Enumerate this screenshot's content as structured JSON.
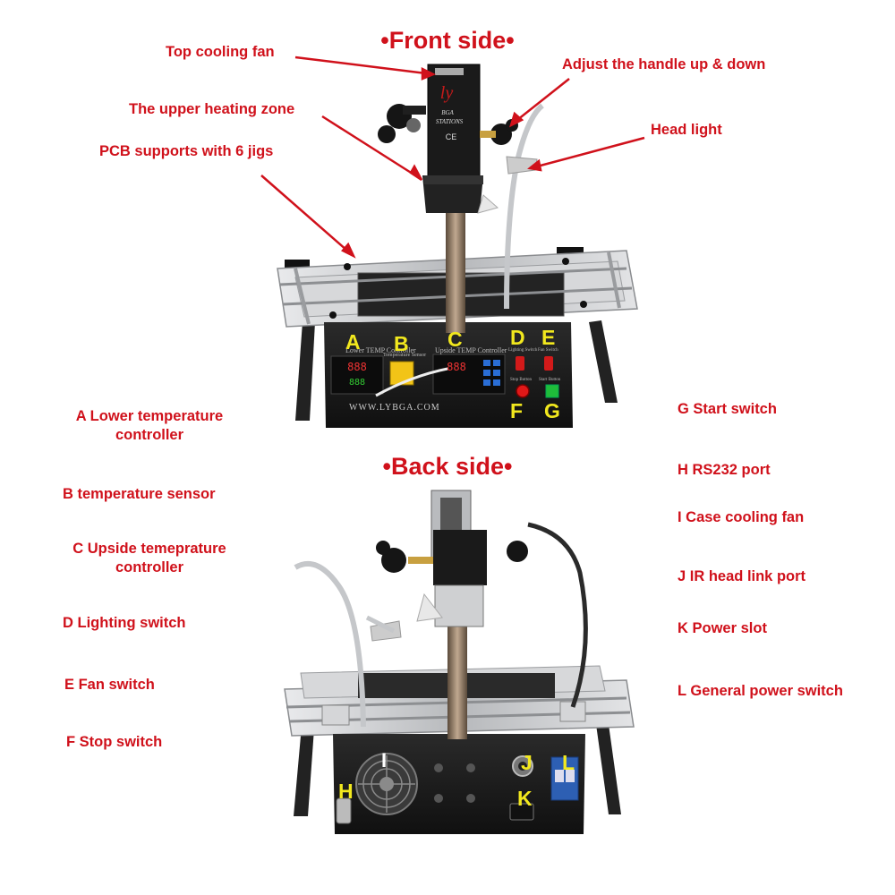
{
  "headings": {
    "front": "•Front side•",
    "back": "•Back side•"
  },
  "front_labels": {
    "top_fan": "Top cooling fan",
    "upper_zone": "The upper heating zone",
    "pcb_supports": "PCB supports with 6 jigs",
    "adjust_handle": "Adjust the handle up & down",
    "head_light": "Head light"
  },
  "legend": {
    "a_line1": "A Lower temperature",
    "a_line2": "controller",
    "b": "B temperature sensor",
    "c_line1": "C Upside temeprature",
    "c_line2": "controller",
    "d": "D Lighting switch",
    "e": "E Fan switch",
    "f": "F Stop switch",
    "g": "G Start switch",
    "h": "H RS232 port",
    "i": "I Case cooling fan",
    "j": "J IR head link port",
    "k": "K Power slot",
    "l": "L General power switch"
  },
  "front_letters": {
    "a": "A",
    "b": "B",
    "c": "C",
    "d": "D",
    "e": "E",
    "f": "F",
    "g": "G"
  },
  "back_letters": {
    "h": "H",
    "i": "I",
    "j": "J",
    "k": "K",
    "l": "L"
  },
  "panel_text": {
    "lower_controller": "Lower TEMP Controller",
    "sensor": "Temperature Sensor",
    "upside_controller": "Upside TEMP Controller",
    "lighting": "Lighting Switch",
    "fan": "Fan Switch",
    "stop": "Stop Button",
    "start": "Start Button",
    "website": "WWW.LYBGA.COM",
    "display_lower": "888",
    "display_upper": "888",
    "head_bga": "BGA",
    "head_station": "STATIONS",
    "head_ce": "CE"
  },
  "colors": {
    "label_red": "#d0111b",
    "letter_yellow": "#f2e81e",
    "device_black": "#1e1e1e",
    "frame_silver": "#c9cbcd",
    "breaker_blue": "#2d5fb3"
  }
}
